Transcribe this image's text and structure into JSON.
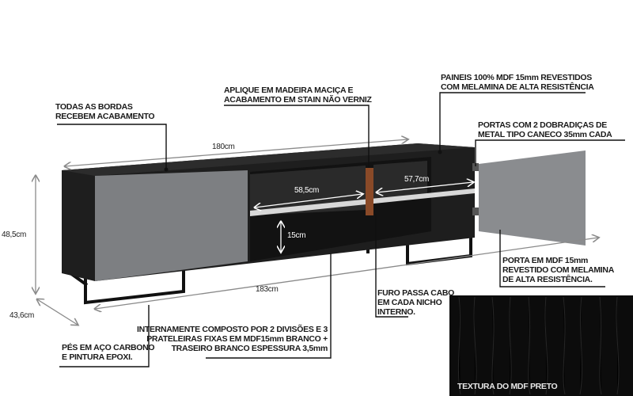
{
  "colors": {
    "body": "#1e1e1e",
    "door": "#7d7f82",
    "wood": "#8a4a28",
    "shelf": "#d8d8d8",
    "dimension_line": "#8a8a8a"
  },
  "callouts": {
    "edges": [
      "TODAS AS BORDAS",
      "RECEBEM ACABAMENTO"
    ],
    "wood_applique": [
      "APLIQUE EM MADEIRA MACIÇA E",
      "ACABAMENTO EM STAIN NÃO VERNIZ"
    ],
    "panels": [
      "PAINEIS 100% MDF 15mm REVESTIDOS",
      "COM MELAMINA DE ALTA RESISTÊNCIA"
    ],
    "hinges": [
      "PORTAS COM 2 DOBRADIÇAS DE",
      "METAL TIPO CANECO 35mm CADA"
    ],
    "door": [
      "PORTA EM MDF 15mm",
      "REVESTIDO COM MELAMINA",
      "DE ALTA RESISTÊNCIA."
    ],
    "cable_hole": [
      "FURO PASSA CABO",
      "EM CADA NICHO",
      "INTERNO."
    ],
    "interior": [
      "INTERNAMENTE COMPOSTO POR 2 DIVISÕES E 3",
      "PRATELEIRAS FIXAS EM MDF15mm BRANCO +",
      "TRASEIRO BRANCO ESPESSURA 3,5mm"
    ],
    "feet": [
      "PÉS EM AÇO CARBONO",
      "E PINTURA EPOXI."
    ]
  },
  "dimensions": {
    "width_top": "180cm",
    "width_bottom": "183cm",
    "height": "48,5cm",
    "depth": "43,6cm",
    "niche_left": "58,5cm",
    "niche_right": "57,7cm",
    "shelf_gap": "15cm"
  },
  "texture": {
    "label": "TEXTURA DO MDF PRETO"
  }
}
